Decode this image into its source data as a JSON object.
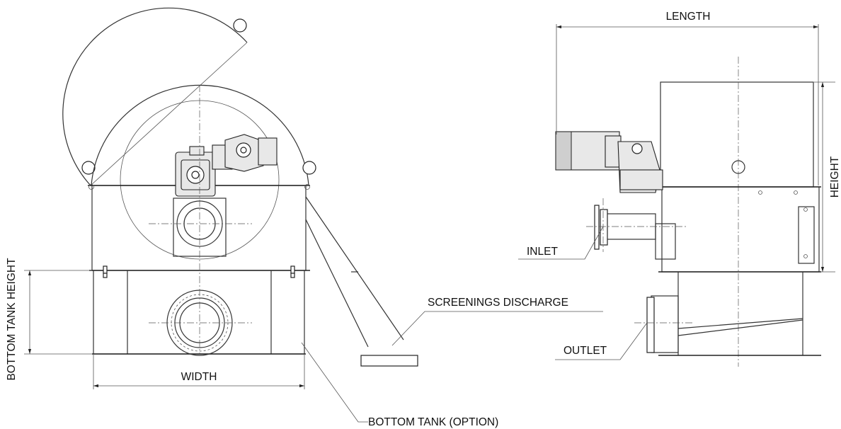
{
  "labels": {
    "length": "LENGTH",
    "height": "HEIGHT",
    "width": "WIDTH",
    "bottom_tank_height": "BOTTOM TANK HEIGHT",
    "inlet": "INLET",
    "outlet": "OUTLET",
    "screenings_discharge": "SCREENINGS DISCHARGE",
    "bottom_tank_option": "BOTTOM TANK (OPTION)"
  }
}
